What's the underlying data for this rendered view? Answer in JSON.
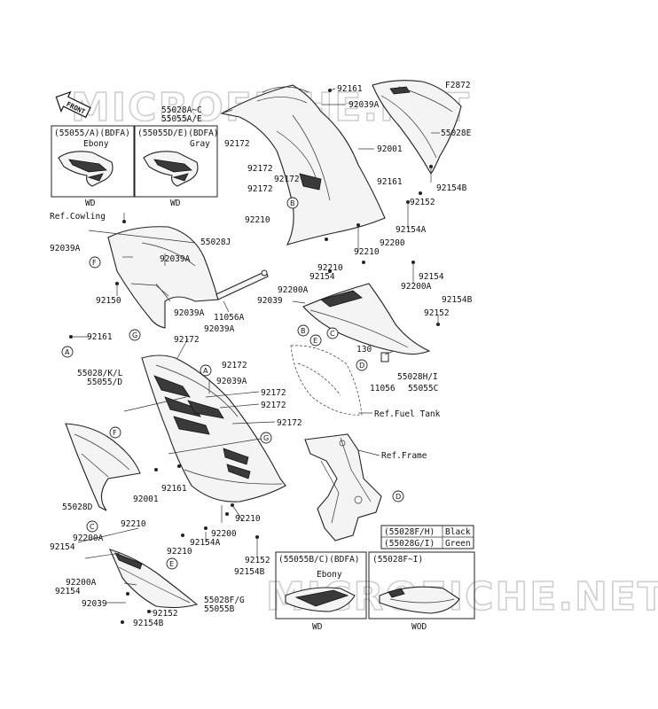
{
  "figure_code": "F2872",
  "watermark": "MICROFICHE.NET",
  "front_badge": "FRONT",
  "callouts": [
    {
      "id": "c1",
      "text": "92161"
    },
    {
      "id": "c2",
      "text": "92039A"
    },
    {
      "id": "c3",
      "text": "55028A~C"
    },
    {
      "id": "c4",
      "text": "55055A/E"
    },
    {
      "id": "c5",
      "text": "55028E"
    },
    {
      "id": "c6",
      "text": "92172"
    },
    {
      "id": "c7",
      "text": "92001"
    },
    {
      "id": "c8",
      "text": "92172"
    },
    {
      "id": "c9",
      "text": "92172"
    },
    {
      "id": "c10",
      "text": "92172"
    },
    {
      "id": "c11",
      "text": "92161"
    },
    {
      "id": "c12",
      "text": "92154B"
    },
    {
      "id": "c13",
      "text": "92210"
    },
    {
      "id": "c14",
      "text": "92152"
    },
    {
      "id": "c15",
      "text": "92154A"
    },
    {
      "id": "c16",
      "text": "92200"
    },
    {
      "id": "c17",
      "text": "Ref.Cowling"
    },
    {
      "id": "c18",
      "text": "55028J"
    },
    {
      "id": "c19",
      "text": "92039A"
    },
    {
      "id": "c20",
      "text": "92210"
    },
    {
      "id": "c21",
      "text": "92039A"
    },
    {
      "id": "c22",
      "text": "92210"
    },
    {
      "id": "c23",
      "text": "92154"
    },
    {
      "id": "c24",
      "text": "92154"
    },
    {
      "id": "c25",
      "text": "92200A"
    },
    {
      "id": "c26",
      "text": "92200A"
    },
    {
      "id": "c27",
      "text": "92150"
    },
    {
      "id": "c28",
      "text": "11056A"
    },
    {
      "id": "c29",
      "text": "92039"
    },
    {
      "id": "c30",
      "text": "92154B"
    },
    {
      "id": "c31",
      "text": "92039A"
    },
    {
      "id": "c32",
      "text": "92152"
    },
    {
      "id": "c33",
      "text": "92039A"
    },
    {
      "id": "c34",
      "text": "92161"
    },
    {
      "id": "c35",
      "text": "92172"
    },
    {
      "id": "c36",
      "text": "130"
    },
    {
      "id": "c37",
      "text": "55028/K/L"
    },
    {
      "id": "c38",
      "text": "55055/D"
    },
    {
      "id": "c39",
      "text": "92172"
    },
    {
      "id": "c40",
      "text": "55028H/I"
    },
    {
      "id": "c41",
      "text": "92039A"
    },
    {
      "id": "c42",
      "text": "11056"
    },
    {
      "id": "c43",
      "text": "55055C"
    },
    {
      "id": "c44",
      "text": "92172"
    },
    {
      "id": "c45",
      "text": "92172"
    },
    {
      "id": "c46",
      "text": "Ref.Fuel Tank"
    },
    {
      "id": "c47",
      "text": "92172"
    },
    {
      "id": "c48",
      "text": "Ref.Frame"
    },
    {
      "id": "c49",
      "text": "92161"
    },
    {
      "id": "c50",
      "text": "92001"
    },
    {
      "id": "c51",
      "text": "55028D"
    },
    {
      "id": "c52",
      "text": "92210"
    },
    {
      "id": "c53",
      "text": "92210"
    },
    {
      "id": "c54",
      "text": "92200"
    },
    {
      "id": "c55",
      "text": "92200A"
    },
    {
      "id": "c56",
      "text": "92154A"
    },
    {
      "id": "c57",
      "text": "92154"
    },
    {
      "id": "c58",
      "text": "92210"
    },
    {
      "id": "c59",
      "text": "92152"
    },
    {
      "id": "c60",
      "text": "92154B"
    },
    {
      "id": "c61",
      "text": "92200A"
    },
    {
      "id": "c62",
      "text": "92154"
    },
    {
      "id": "c63",
      "text": "92039"
    },
    {
      "id": "c64",
      "text": "92152"
    },
    {
      "id": "c65",
      "text": "55028F/G"
    },
    {
      "id": "c66",
      "text": "55055B"
    },
    {
      "id": "c67",
      "text": "92154B"
    }
  ],
  "ref_circles": [
    {
      "id": "r1",
      "text": "B"
    },
    {
      "id": "r2",
      "text": "F"
    },
    {
      "id": "r3",
      "text": "G"
    },
    {
      "id": "r4",
      "text": "A"
    },
    {
      "id": "r5",
      "text": "B"
    },
    {
      "id": "r6",
      "text": "C"
    },
    {
      "id": "r7",
      "text": "E"
    },
    {
      "id": "r8",
      "text": "D"
    },
    {
      "id": "r9",
      "text": "A"
    },
    {
      "id": "r10",
      "text": "F"
    },
    {
      "id": "r11",
      "text": "G"
    },
    {
      "id": "r12",
      "text": "D"
    },
    {
      "id": "r13",
      "text": "C"
    },
    {
      "id": "r14",
      "text": "E"
    }
  ],
  "inset_top_left": {
    "code": "(55055/A)(BDFA)",
    "color": "Ebony",
    "region": "WD"
  },
  "inset_top_right": {
    "code": "(55055D/E)(BDFA)",
    "color": "Gray",
    "region": "WD"
  },
  "color_table": [
    {
      "part": "(55028F/H)",
      "color": "Black"
    },
    {
      "part": "(55028G/I)",
      "color": "Green"
    }
  ],
  "inset_bottom_left": {
    "code": "(55055B/C)(BDFA)",
    "color": "Ebony",
    "region": "WD"
  },
  "inset_bottom_right": {
    "code": "(55028F~I)",
    "region": "WOD"
  }
}
